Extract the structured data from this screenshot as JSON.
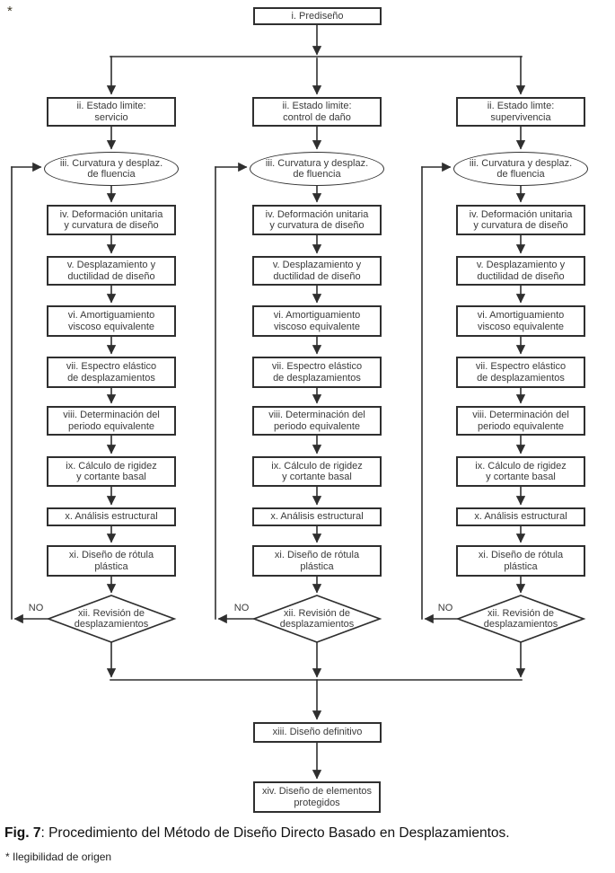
{
  "page": {
    "top_note_marker": "*",
    "caption": {
      "label": "Fig. 7",
      "text": ": Procedimiento del Método de Diseño Directo Basado en Desplazamientos."
    },
    "footnote": "* Ilegibilidad de origen"
  },
  "flowchart": {
    "start": "i. Prediseño",
    "no_label": "NO",
    "columns": [
      {
        "id": "servicio",
        "limit_state": "ii. Estado limite:\nservicio"
      },
      {
        "id": "control-de-dano",
        "limit_state": "ii. Estado limite:\ncontrol de daño"
      },
      {
        "id": "supervivencia",
        "limit_state": "ii. Estado limte:\nsupervivencia"
      }
    ],
    "steps": {
      "iii": "iii. Curvatura y desplaz.\nde fluencia",
      "iv": "iv. Deformación unitaria\ny curvatura de diseño",
      "v": "v. Desplazamiento y\nductilidad de diseño",
      "vi": "vi. Amortiguamiento\nviscoso equivalente",
      "vii": "vii. Espectro elástico\nde desplazamientos",
      "viii": "viii. Determinación del\nperiodo equivalente",
      "ix": "ix. Cálculo de rigidez\ny cortante basal",
      "x": "x. Análisis estructural",
      "xi": "xi. Diseño de rótula\nplástica",
      "xii": "xii. Revisión de\ndesplazamientos"
    },
    "end_steps": {
      "xiii": "xiii. Diseño definitivo",
      "xiv": "xiv. Diseño de elementos\nprotegidos"
    }
  }
}
